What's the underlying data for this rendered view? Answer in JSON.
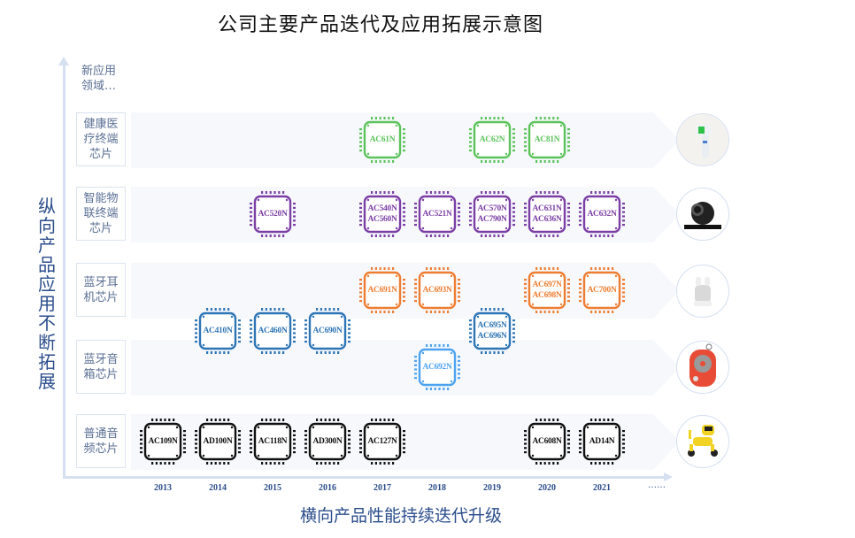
{
  "title": "公司主要产品迭代及应用拓展示意图",
  "vertical_axis_label": "纵向产品应用不断拓展",
  "horizontal_axis_label": "横向产品性能持续迭代升级",
  "new_area_label": "新应用领域…",
  "years": [
    "2013",
    "2014",
    "2015",
    "2016",
    "2017",
    "2018",
    "2019",
    "2020",
    "2021",
    "……"
  ],
  "colors": {
    "health": "#5cc35b",
    "iot": "#7b3fa5",
    "tws": "#ee7d31",
    "speaker_dark": "#2e75b6",
    "speaker_light": "#4da3f0",
    "audio": "#111111",
    "band_fill": "#f6f8fc",
    "axis": "#d5e0f1",
    "axis_text": "#2b4d8c"
  },
  "rows": [
    {
      "label": "健康医疗终端芯片",
      "application_icon": "thermometer-icon",
      "chips": [
        {
          "year": "2017",
          "names": [
            "AC61N"
          ]
        },
        {
          "year": "2019",
          "names": [
            "AC62N"
          ]
        },
        {
          "year": "2020",
          "names": [
            "AC81N"
          ]
        }
      ]
    },
    {
      "label": "智能物联终端芯片",
      "application_icon": "camera-icon",
      "chips": [
        {
          "year": "2015",
          "names": [
            "AC520N"
          ]
        },
        {
          "year": "2017",
          "names": [
            "AC540N",
            "AC560N"
          ]
        },
        {
          "year": "2018",
          "names": [
            "AC521N"
          ]
        },
        {
          "year": "2019",
          "names": [
            "AC570N",
            "AC790N"
          ]
        },
        {
          "year": "2020",
          "names": [
            "AC631N",
            "AC636N"
          ]
        },
        {
          "year": "2021",
          "names": [
            "AC632N"
          ]
        }
      ]
    },
    {
      "label": "蓝牙耳机芯片",
      "application_icon": "earbuds-icon",
      "chips": [
        {
          "year": "2017",
          "names": [
            "AC691N"
          ]
        },
        {
          "year": "2018",
          "names": [
            "AC693N"
          ]
        },
        {
          "year": "2020",
          "names": [
            "AC697N",
            "AC698N"
          ]
        },
        {
          "year": "2021",
          "names": [
            "AC700N"
          ]
        }
      ]
    },
    {
      "label": "蓝牙音箱芯片",
      "application_icon": "speaker-icon",
      "chips": [
        {
          "year": "2014",
          "names": [
            "AC410N"
          ]
        },
        {
          "year": "2015",
          "names": [
            "AC460N"
          ]
        },
        {
          "year": "2016",
          "names": [
            "AC690N"
          ]
        },
        {
          "year": "2018",
          "names": [
            "AC692N"
          ]
        },
        {
          "year": "2019",
          "names": [
            "AC695N",
            "AC696N"
          ]
        }
      ]
    },
    {
      "label": "普通音频芯片",
      "application_icon": "robot-dog-icon",
      "chips": [
        {
          "year": "2013",
          "names": [
            "AC109N"
          ]
        },
        {
          "year": "2014",
          "names": [
            "AD100N"
          ]
        },
        {
          "year": "2015",
          "names": [
            "AC118N"
          ]
        },
        {
          "year": "2016",
          "names": [
            "AD300N"
          ]
        },
        {
          "year": "2017",
          "names": [
            "AC127N"
          ]
        },
        {
          "year": "2020",
          "names": [
            "AC608N"
          ]
        },
        {
          "year": "2021",
          "names": [
            "AD14N"
          ]
        }
      ]
    }
  ]
}
